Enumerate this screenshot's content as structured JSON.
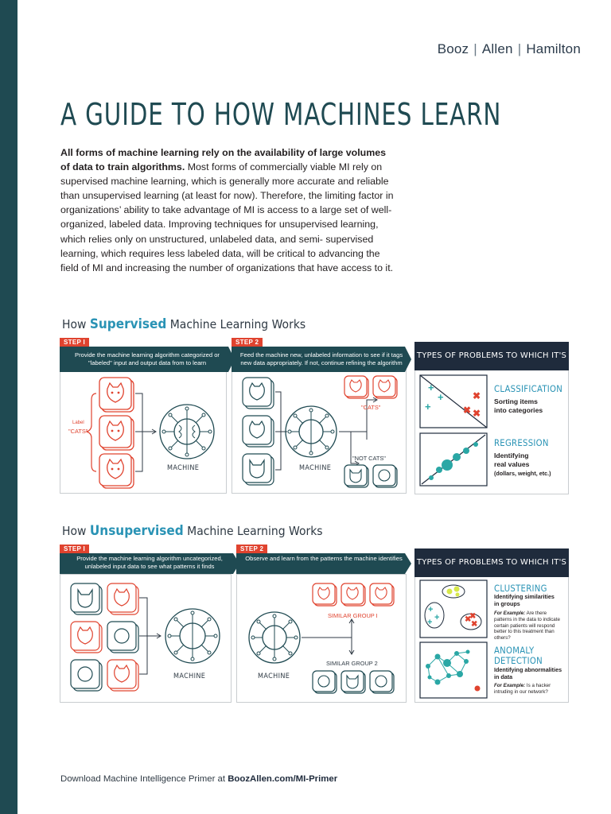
{
  "brand": {
    "part1": "Booz",
    "part2": "Allen",
    "part3": "Hamilton",
    "sep": "|"
  },
  "title": "A GUIDE TO HOW MACHINES LEARN",
  "intro": {
    "bold": "All forms of machine learning rely on the availability of large volumes of data to train algorithms.",
    "rest": " Most forms of commercially viable MI rely on supervised machine learning, which is generally more accurate and reliable than unsupervised learning (at least for now). Therefore, the limiting factor in organizations’ ability to take advantage of MI is access to a large set of well-organized, labeled data. Improving techniques for unsupervised learning, which relies only on unstructured, unlabeled data, and semi- supervised learning, which requires less labeled data, will be critical to advancing the field of MI and increasing the number of organizations that have access to it."
  },
  "supervised": {
    "title_pre": "How ",
    "title_em": "Supervised",
    "title_post": " Machine Learning Works",
    "step1": {
      "tab": "STEP I",
      "text": "Provide the machine learning algorithm categorized or \"labeled\" input and output data from to learn",
      "label_small": "Label",
      "label": "\"CATS\"",
      "machine": "MACHINE"
    },
    "step2": {
      "tab": "STEP 2",
      "text": "Feed the machine new, unlabeled information to see if it tags new data appropriately. If not, continue refining the algorithm",
      "cats": "\"CATS\"",
      "not_cats": "\"NOT CATS\"",
      "machine": "MACHINE"
    },
    "problems": {
      "header": "TYPES OF PROBLEMS TO WHICH IT'S SUITED",
      "classification": {
        "title": "CLASSIFICATION",
        "desc1": "Sorting items",
        "desc2": "into categories"
      },
      "regression": {
        "title": "REGRESSION",
        "desc1": "Identifying",
        "desc2": "real values",
        "desc3": "(dollars, weight, etc.)"
      }
    }
  },
  "unsupervised": {
    "title_pre": "How ",
    "title_em": "Unsupervised",
    "title_post": " Machine Learning Works",
    "step1": {
      "tab": "STEP I",
      "text": "Provide the machine learning algorithm uncategorized, unlabeled input data to see what patterns it finds",
      "machine": "MACHINE"
    },
    "step2": {
      "tab": "STEP 2",
      "text": "Observe and learn from the patterns the machine identifies",
      "group1": "SIMILAR GROUP I",
      "group2": "SIMILAR GROUP 2",
      "machine": "MACHINE"
    },
    "problems": {
      "header": "TYPES OF PROBLEMS TO WHICH IT'S SUITED",
      "clustering": {
        "title": "CLUSTERING",
        "desc1": "Identifying similarities",
        "desc2": "in groups",
        "ex_label": "For Example:",
        "ex_text": " Are there patterns in the data to indicate certain patients will respond better to this treatment than others?"
      },
      "anomaly": {
        "title1": "ANOMALY",
        "title2": "DETECTION",
        "desc1": "Identifying abnormalities",
        "desc2": "in data",
        "ex_label": "For Example:",
        "ex_text": " Is a hacker intruding in our network?"
      }
    }
  },
  "footer": {
    "text": "Download Machine Intelligence Primer at ",
    "link": "BoozAllen.com/MI-Primer"
  },
  "colors": {
    "teal_dark": "#1f4a52",
    "navy": "#1f2b3c",
    "accent_blue": "#2a93b5",
    "red": "#e0432f",
    "teal": "#2aa7a5",
    "lime": "#d7e84a"
  }
}
